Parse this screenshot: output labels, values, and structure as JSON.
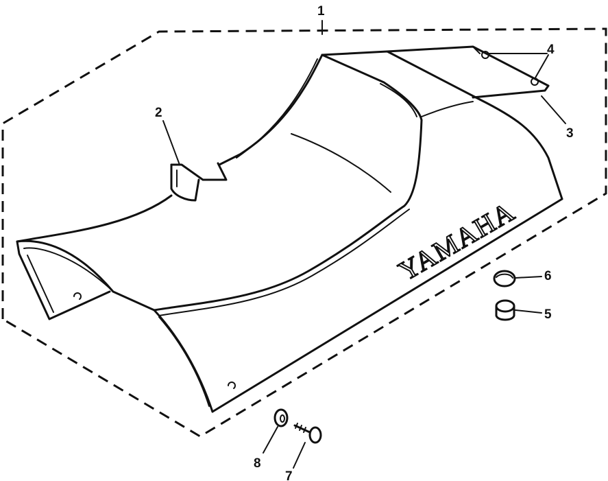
{
  "brand_text": "YAMAHA",
  "callouts": [
    {
      "id": "1",
      "part": "seat-assembly"
    },
    {
      "id": "2",
      "part": "strap"
    },
    {
      "id": "3",
      "part": "bracket"
    },
    {
      "id": "4",
      "part": "bracket-screws"
    },
    {
      "id": "5",
      "part": "damper"
    },
    {
      "id": "6",
      "part": "washer-rubber"
    },
    {
      "id": "7",
      "part": "bolt"
    },
    {
      "id": "8",
      "part": "washer"
    }
  ],
  "colors": {
    "ink": "#111111",
    "background": "#ffffff"
  }
}
